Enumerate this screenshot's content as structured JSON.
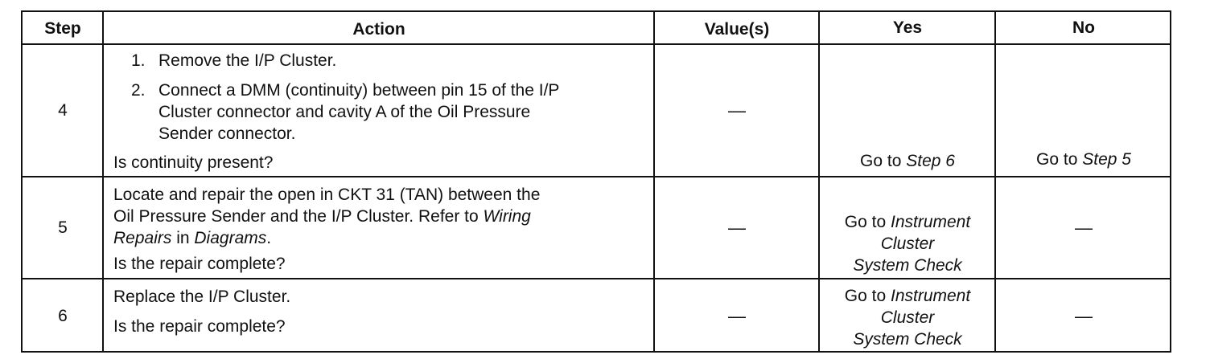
{
  "headers": {
    "step": "Step",
    "action": "Action",
    "values": "Value(s)",
    "yes": "Yes",
    "no": "No"
  },
  "rows": [
    {
      "step": "4",
      "list": [
        {
          "num": "1.",
          "lines": [
            "Remove the I/P Cluster."
          ]
        },
        {
          "num": "2.",
          "lines": [
            "Connect a DMM (continuity) between pin 15 of the I/P",
            "Cluster connector and cavity A of the Oil Pressure",
            "Sender connector."
          ]
        }
      ],
      "question": "Is continuity present?",
      "value": "—",
      "yes": {
        "prefix": "Go to ",
        "italic": "Step 6"
      },
      "no": {
        "prefix": "Go to ",
        "italic": "Step 5"
      }
    },
    {
      "step": "5",
      "lines": [
        "Locate and repair the open in CKT 31 (TAN) between the",
        "Oil Pressure Sender and the I/P Cluster. Refer to "
      ],
      "line2_italic": "Wiring",
      "line3_italic_a": "Repairs",
      "line3_mid": " in ",
      "line3_italic_b": "Diagrams",
      "line3_end": ".",
      "question": "Is the repair complete?",
      "value": "—",
      "yes": {
        "prefix": "Go to ",
        "italic_1": "Instrument",
        "italic_2": "Cluster",
        "italic_3": "System Check"
      },
      "no": "—"
    },
    {
      "step": "6",
      "line": "Replace the I/P Cluster.",
      "question": "Is the repair complete?",
      "value": "—",
      "yes": {
        "prefix": "Go to ",
        "italic_1": "Instrument",
        "italic_2": "Cluster",
        "italic_3": "System Check"
      },
      "no": "—"
    }
  ]
}
